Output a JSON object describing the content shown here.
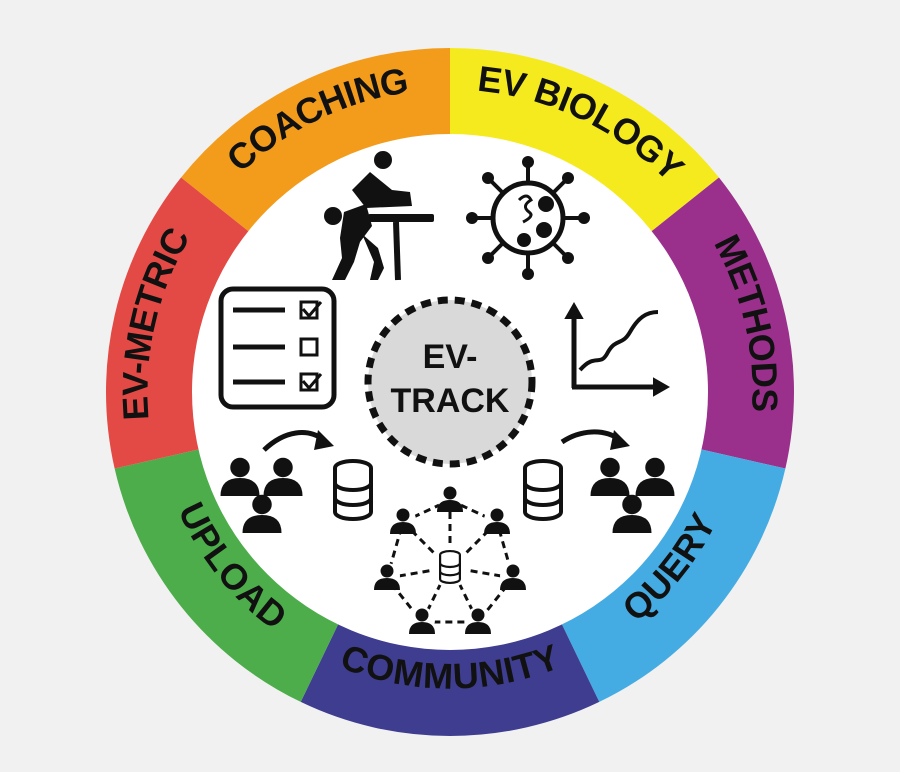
{
  "segments": [
    {
      "label": "COACHING",
      "color": "#f39c1c"
    },
    {
      "label": "EV BIOLOGY",
      "color": "#f5ea1d"
    },
    {
      "label": "METHODS",
      "color": "#9b2f8c"
    },
    {
      "label": "QUERY",
      "color": "#45ace3"
    },
    {
      "label": "COMMUNITY",
      "color": "#3e3d8f"
    },
    {
      "label": "UPLOAD",
      "color": "#4cad4a"
    },
    {
      "label": "EV-METRIC",
      "color": "#e44a45"
    }
  ],
  "center": {
    "line1": "EV-",
    "line2": "TRACK"
  },
  "icons": [
    "coaching-icon",
    "virus-icon",
    "checklist-icon",
    "graph-icon",
    "upload-icon",
    "community-network-icon",
    "query-icon"
  ]
}
